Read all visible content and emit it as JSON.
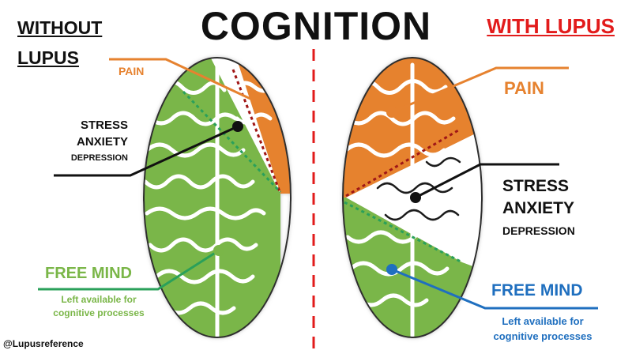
{
  "title": "COGNITION",
  "left": {
    "heading_line1": "WITHOUT",
    "heading_line2": "LUPUS",
    "pain": "PAIN",
    "stress_line1": "STRESS",
    "stress_line2": "ANXIETY",
    "stress_line3": "DEPRESSION",
    "free_mind": "FREE MIND",
    "free_sub_line1": "Left available for",
    "free_sub_line2": "cognitive processes"
  },
  "right": {
    "heading": "WITH LUPUS",
    "pain": "PAIN",
    "stress_line1": "STRESS",
    "stress_line2": "ANXIETY",
    "stress_line3": "DEPRESSION",
    "free_mind": "FREE MIND",
    "free_sub_line1": "Left available for",
    "free_sub_line2": "cognitive processes"
  },
  "credit": "@Lupusreference",
  "colors": {
    "pain": "#e6822f",
    "stress": "#111111",
    "free_mind_left": "#7ab648",
    "free_mind_right": "#1f6fbf",
    "heading_right": "#e21b1b",
    "divider": "#e21b1b",
    "pain_boundary": "#a01818",
    "free_boundary": "#2aa05a"
  }
}
